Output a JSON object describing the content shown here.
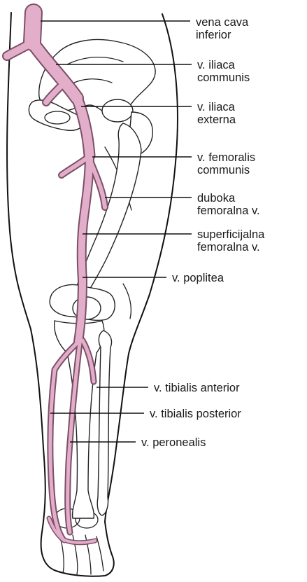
{
  "labels": {
    "vena_cava": [
      "vena cava",
      "inferior"
    ],
    "iliaca_communis": [
      "v. iliaca",
      "communis"
    ],
    "iliaca_externa": [
      "v. iliaca",
      "externa"
    ],
    "femoralis_communis": [
      "v. femoralis",
      "communis"
    ],
    "duboka_femoralna": [
      "duboka",
      "femoralna v."
    ],
    "superficijalna_femoralna": [
      "superficijalna",
      "femoralna v."
    ],
    "poplitea": "v. poplitea",
    "tibialis_anterior": "v. tibialis anterior",
    "tibialis_posterior": "v. tibialis posterior",
    "peronealis": "v. peronealis"
  },
  "colors": {
    "vein_fill": "#e3aec9",
    "vein_edge": "#7c5068",
    "outline": "#111111",
    "background": "#ffffff"
  }
}
